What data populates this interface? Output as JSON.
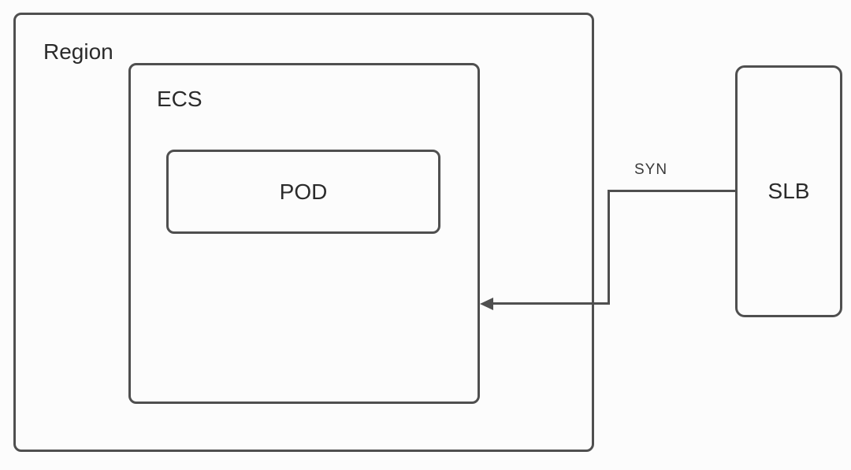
{
  "colors": {
    "line": "#4f4f4f",
    "text": "#2b2b2b",
    "background": "#fcfcfc"
  },
  "diagram": {
    "type": "network-architecture-diagram",
    "nodes": [
      {
        "id": "region",
        "label": "Region",
        "contains": [
          "ecs"
        ]
      },
      {
        "id": "ecs",
        "label": "ECS",
        "contains": [
          "pod"
        ]
      },
      {
        "id": "pod",
        "label": "POD"
      },
      {
        "id": "slb",
        "label": "SLB"
      }
    ],
    "edges": [
      {
        "from": "slb",
        "to": "ecs",
        "label": "SYN",
        "style": "orthogonal",
        "arrow": "into-ecs-left-pointing"
      }
    ]
  }
}
